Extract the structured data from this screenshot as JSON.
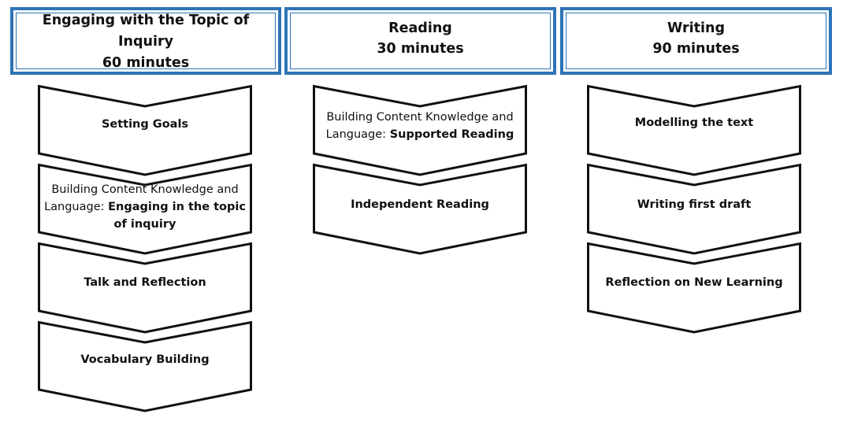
{
  "columns": [
    {
      "title": "Engaging with the Topic of Inquiry",
      "duration": "60 minutes",
      "steps": [
        {
          "label": "Setting Goals"
        },
        {
          "prefix": "Building Content Knowledge and Language: ",
          "label": "Engaging in the topic of inquiry"
        },
        {
          "label": "Talk and Reflection"
        },
        {
          "label": "Vocabulary Building"
        }
      ]
    },
    {
      "title": "Reading",
      "duration": "30 minutes",
      "steps": [
        {
          "prefix": "Building Content Knowledge and Language: ",
          "label": "Supported Reading"
        },
        {
          "label": "Independent Reading"
        }
      ]
    },
    {
      "title": "Writing",
      "duration": "90 minutes",
      "steps": [
        {
          "label": "Modelling the text"
        },
        {
          "label": "Writing first draft"
        },
        {
          "label": "Reflection on New Learning"
        }
      ]
    }
  ],
  "colors": {
    "header_border": "#2e73b6",
    "chevron_stroke": "#111111",
    "chevron_fill": "#ffffff"
  }
}
